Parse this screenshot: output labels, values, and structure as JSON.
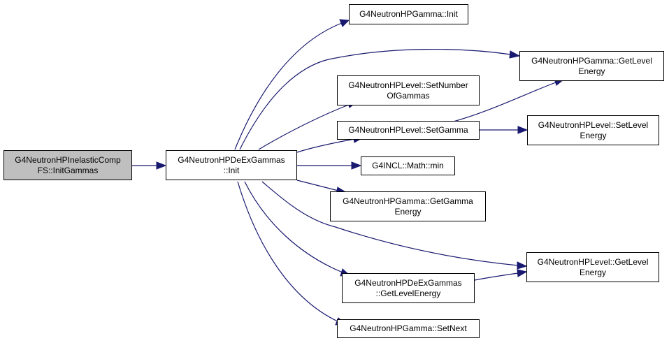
{
  "colors": {
    "edge": "#191970",
    "node_border": "#000000",
    "node_fill": "#ffffff",
    "root_fill": "#bfbfbf"
  },
  "nodes": {
    "root": {
      "line1": "G4NeutronHPInelasticComp",
      "line2": "FS::InitGammas"
    },
    "dex_init": {
      "line1": "G4NeutronHPDeExGammas",
      "line2": "::Init"
    },
    "gamma_init": {
      "line1": "G4NeutronHPGamma::Init"
    },
    "gamma_getlevelenergy": {
      "line1": "G4NeutronHPGamma::GetLevel",
      "line2": "Energy"
    },
    "level_setnumber": {
      "line1": "G4NeutronHPLevel::SetNumber",
      "line2": "OfGammas"
    },
    "level_setgamma": {
      "line1": "G4NeutronHPLevel::SetGamma"
    },
    "level_setlevelenergy": {
      "line1": "G4NeutronHPLevel::SetLevel",
      "line2": "Energy"
    },
    "incl_min": {
      "line1": "G4INCL::Math::min"
    },
    "gamma_getgammaenergy": {
      "line1": "G4NeutronHPGamma::GetGamma",
      "line2": "Energy"
    },
    "level_getlevelenergy": {
      "line1": "G4NeutronHPLevel::GetLevel",
      "line2": "Energy"
    },
    "dex_getlevelenergy": {
      "line1": "G4NeutronHPDeExGammas",
      "line2": "::GetLevelEnergy"
    },
    "gamma_setnext": {
      "line1": "G4NeutronHPGamma::SetNext"
    }
  }
}
